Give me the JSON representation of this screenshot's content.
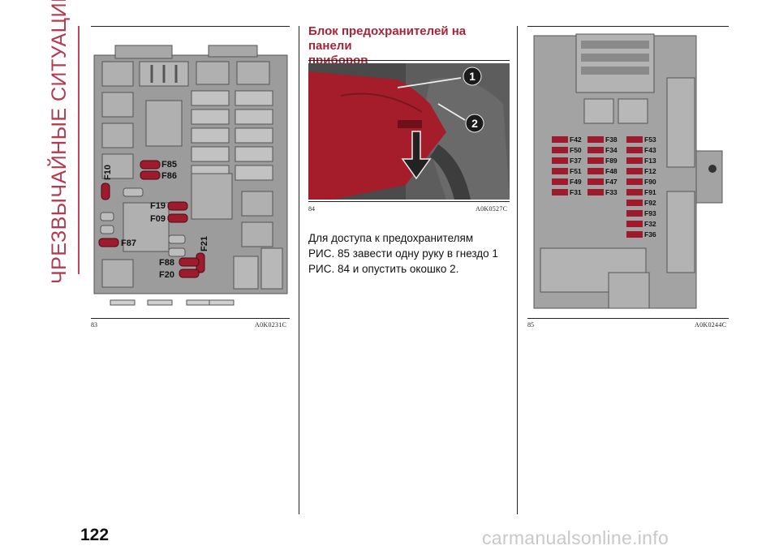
{
  "side_tab": {
    "text": "ЧРЕЗВЫЧАЙНЫЕ СИТУАЦИИ"
  },
  "section": {
    "heading_line1": "Блок предохранителей на панели",
    "heading_line2": "приборов",
    "paragraph": [
      "Для доступа к предохранителям",
      "РИС. 85 завести одну руку в гнездо 1",
      "РИС. 84 и опустить окошко 2."
    ]
  },
  "figures": [
    {
      "number": "83",
      "code": "A0K0231C",
      "labels": [
        "F10",
        "F85",
        "F86",
        "F19",
        "F09",
        "F87",
        "F21",
        "F88",
        "F20"
      ]
    },
    {
      "number": "84",
      "code": "A0K0527C",
      "callouts": [
        "1",
        "2"
      ]
    },
    {
      "number": "85",
      "code": "A0K0244C",
      "col1": [
        "F42",
        "F50",
        "F37",
        "F51",
        "F49",
        "F31"
      ],
      "col2": [
        "F38",
        "F34",
        "F89",
        "F48",
        "F47",
        "F33"
      ],
      "col3": [
        "F53",
        "F43",
        "F13",
        "F12",
        "F90",
        "F91",
        "F92",
        "F93",
        "F32",
        "F36"
      ]
    }
  ],
  "page": {
    "number": "122",
    "watermark": "carmanualsonline.info"
  },
  "colors": {
    "accent": "#a52639",
    "fuse_red": "#9e1b2e",
    "panel_gray": "#9a9a9a"
  }
}
